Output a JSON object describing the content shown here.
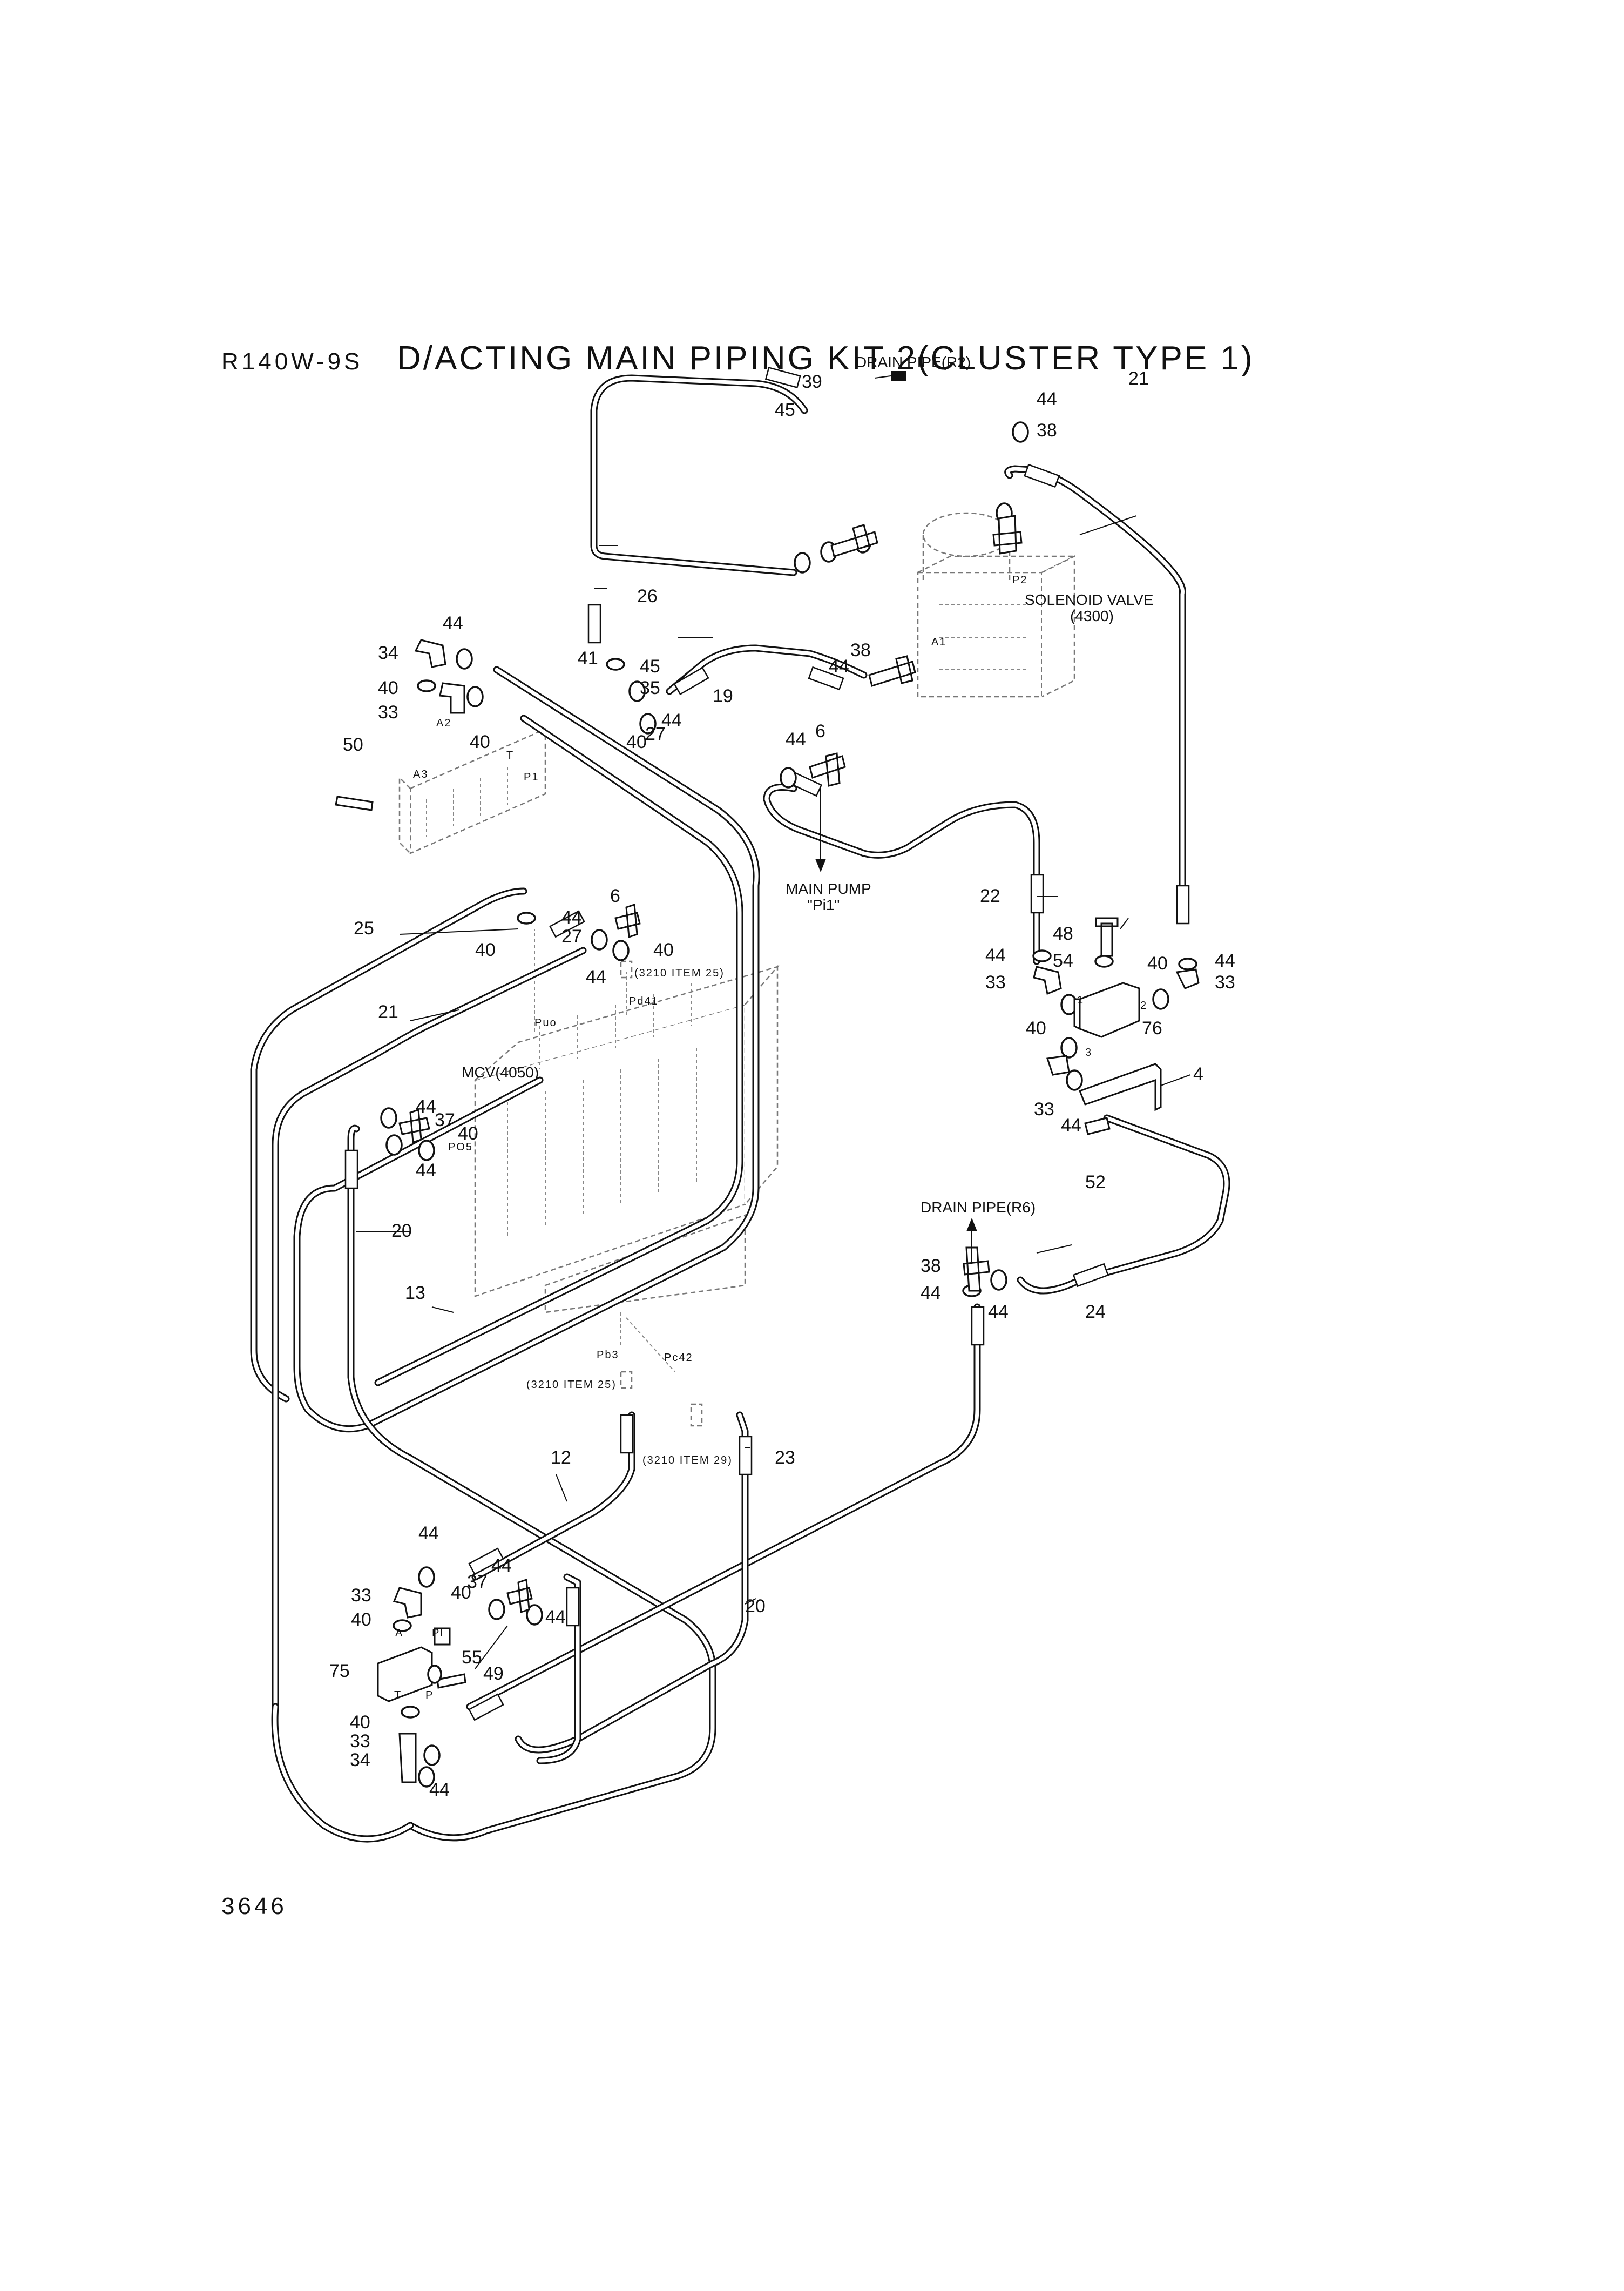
{
  "header": {
    "model": "R140W-9S",
    "title": "D/ACTING MAIN PIPING KIT 2(CLUSTER TYPE 1)",
    "page_number": "3646"
  },
  "annotations": {
    "drain_r2": "DRAIN PIPE(R2)",
    "drain_r6": "DRAIN PIPE(R6)",
    "solenoid_valve": "SOLENOID VALVE",
    "solenoid_code": "(4300)",
    "main_pump": "MAIN PUMP",
    "main_pump_port": "\"Pi1\"",
    "mcv": "MCV(4050)",
    "ref_item25_a": "(3210 ITEM 25)",
    "ref_item25_b": "(3210 ITEM 25)",
    "ref_item29": "(3210 ITEM 29)"
  },
  "ports": [
    "P2",
    "A1",
    "A2",
    "A3",
    "T",
    "P1",
    "Puo",
    "Pd41",
    "PO5",
    "Pb3",
    "Pc42",
    "A",
    "Pl",
    "T",
    "P",
    "1",
    "2",
    "3"
  ],
  "callouts": [
    "39",
    "45",
    "44",
    "38",
    "21",
    "26",
    "44",
    "34",
    "41",
    "45",
    "35",
    "38",
    "44",
    "19",
    "40",
    "44",
    "33",
    "40",
    "27",
    "40",
    "44",
    "6",
    "50",
    "25",
    "44",
    "27",
    "6",
    "40",
    "40",
    "44",
    "22",
    "48",
    "54",
    "40",
    "44",
    "33",
    "44",
    "33",
    "21",
    "40",
    "76",
    "MCV",
    "44",
    "37",
    "40",
    "44",
    "4",
    "33",
    "44",
    "52",
    "20",
    "13",
    "38",
    "44",
    "44",
    "24",
    "12",
    "23",
    "44",
    "44",
    "37",
    "33",
    "40",
    "44",
    "40",
    "75",
    "55",
    "49",
    "40",
    "33",
    "34",
    "44",
    "20"
  ]
}
